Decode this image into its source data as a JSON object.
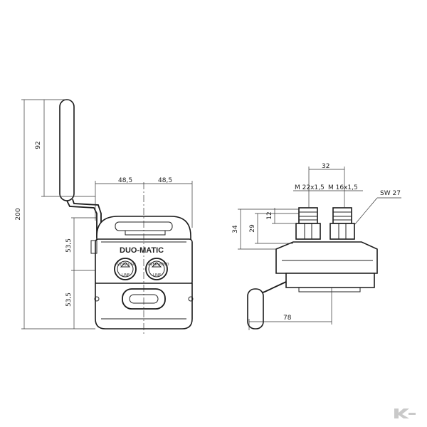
{
  "front_view": {
    "dims": {
      "overall_height": "200",
      "handle_height": "92",
      "left_width": "48,5",
      "right_width": "48,5",
      "upper_height": "53,5",
      "lower_height": "53,5"
    },
    "brand_label": "DUO-MATIC",
    "gauges": [
      {
        "label_top": "REAVIOSO",
        "label_bottom": "LINE"
      },
      {
        "label_top": "AVERWOND",
        "label_bottom": "LINE"
      }
    ]
  },
  "side_view": {
    "dims": {
      "spacing": "32",
      "thread_left": "M 22x1,5",
      "thread_right": "M 16x1,5",
      "wrench_size": "SW 27",
      "height_34": "34",
      "height_29": "29",
      "height_12": "12",
      "width_78": "78"
    }
  },
  "logo": {
    "name": "kramp-logo-icon",
    "color": "#c9c9c9"
  }
}
